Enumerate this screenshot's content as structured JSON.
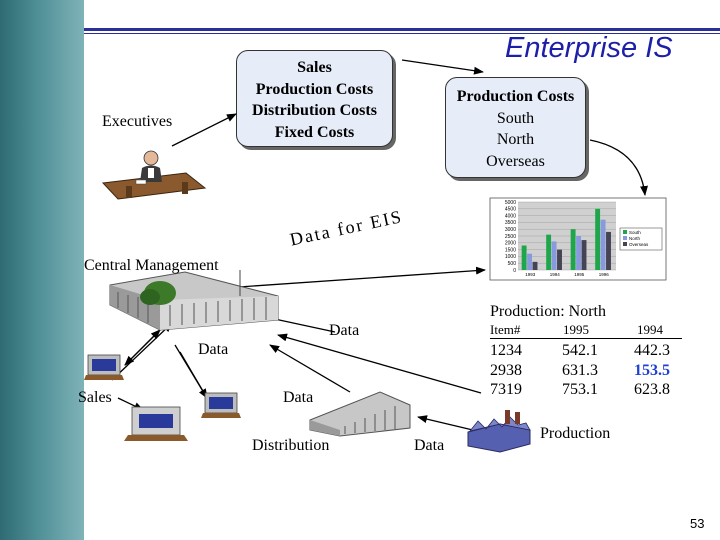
{
  "title": "Enterprise IS",
  "box_left": {
    "lines": [
      "Sales",
      "Production Costs",
      "Distribution Costs",
      "Fixed Costs"
    ]
  },
  "box_right": {
    "lines": [
      "Production Costs",
      "South",
      "North",
      "Overseas"
    ]
  },
  "labels": {
    "executives": "Executives",
    "central_management": "Central Management",
    "data_for_eis": "Data for EIS",
    "data_1": "Data",
    "data_2": "Data",
    "data_3": "Data",
    "data_4": "Data",
    "sales": "Sales",
    "distribution": "Distribution",
    "production": "Production"
  },
  "production_table": {
    "title": "Production: North",
    "headers": [
      "Item#",
      "1995",
      "1994"
    ],
    "rows": [
      [
        "1234",
        "542.1",
        "442.3"
      ],
      [
        "2938",
        "631.3",
        "153.5"
      ],
      [
        "7319",
        "753.1",
        "623.8"
      ]
    ],
    "highlight_color": "#1f3fd1"
  },
  "chart_data": {
    "type": "bar",
    "categories": [
      "1993",
      "1994",
      "1995",
      "1996"
    ],
    "series": [
      {
        "name": "South",
        "values": [
          1800,
          2600,
          3000,
          4500
        ]
      },
      {
        "name": "North",
        "values": [
          1200,
          2100,
          2500,
          3700
        ]
      },
      {
        "name": "Overseas",
        "values": [
          600,
          1500,
          2200,
          2800
        ]
      }
    ],
    "ylim": [
      0,
      5000
    ],
    "yticks": [
      "5000",
      "4500",
      "4000",
      "3500",
      "3000",
      "2500",
      "2000",
      "1500",
      "1000",
      "500",
      "0"
    ],
    "legend": "right",
    "colors": [
      "#1fa64a",
      "#8899dd",
      "#445"
    ]
  },
  "page_number": "53",
  "colors": {
    "title": "#1c1fa8",
    "rule": "#2b2f9a",
    "sidebar": "#4f8f96"
  }
}
